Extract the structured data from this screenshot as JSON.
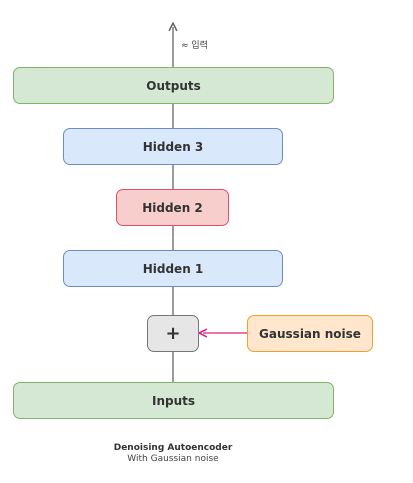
{
  "diagram": {
    "output_annotation": "≈ 입력",
    "nodes": {
      "outputs": "Outputs",
      "hidden3": "Hidden 3",
      "hidden2": "Hidden 2",
      "hidden1": "Hidden 1",
      "add_op": "+",
      "noise": "Gaussian noise",
      "inputs": "Inputs"
    },
    "caption": {
      "title": "Denoising Autoencoder",
      "subtitle": "With Gaussian noise"
    },
    "colors": {
      "green_fill": "#d5e8d4",
      "green_stroke": "#82b366",
      "blue_fill": "#dae8fc",
      "blue_stroke": "#6c8ebf",
      "red_fill": "#f8cecc",
      "red_stroke": "#e0506a",
      "orange_fill": "#ffe6cc",
      "orange_stroke": "#f0a030",
      "gray_fill": "#e6e6e6",
      "noise_arrow": "#e0207a",
      "connector": "#666666"
    }
  }
}
